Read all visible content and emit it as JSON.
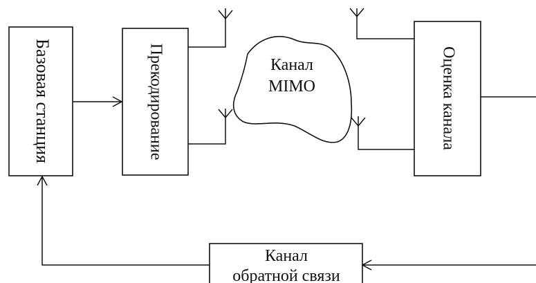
{
  "diagram": {
    "blocks": {
      "base_station": "Базовая станция",
      "precoding": "Прекодирование",
      "mimo_channel_line1": "Канал",
      "mimo_channel_line2": "MIMO",
      "channel_estimation": "Оценка канала",
      "feedback_line1": "Канал",
      "feedback_line2": "обратной связи"
    }
  }
}
